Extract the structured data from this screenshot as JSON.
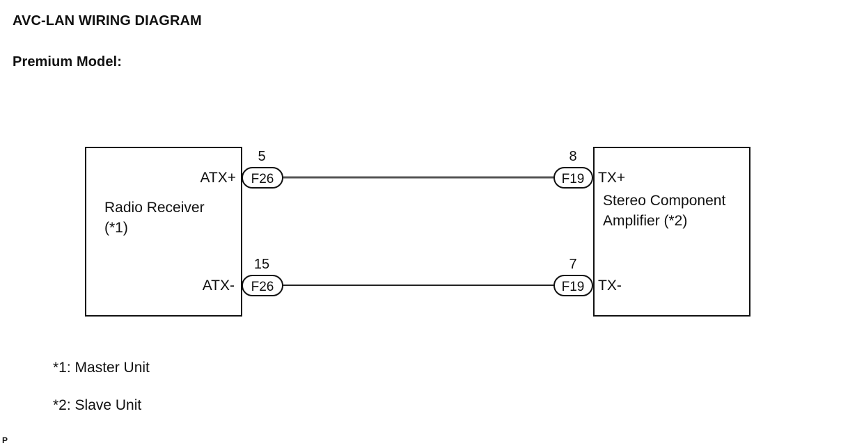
{
  "title": "AVC-LAN WIRING DIAGRAM",
  "subtitle": "Premium Model:",
  "components": {
    "left": {
      "label_line1": "Radio Receiver",
      "label_line2": "(*1)",
      "pins": {
        "top": {
          "signal": "ATX+",
          "connector": "F26",
          "pin_number": "5"
        },
        "bottom": {
          "signal": "ATX-",
          "connector": "F26",
          "pin_number": "15"
        }
      }
    },
    "right": {
      "label_line1": "Stereo Component",
      "label_line2": "Amplifier (*2)",
      "pins": {
        "top": {
          "signal": "TX+",
          "connector": "F19",
          "pin_number": "8"
        },
        "bottom": {
          "signal": "TX-",
          "connector": "F19",
          "pin_number": "7"
        }
      }
    }
  },
  "notes": [
    "*1: Master Unit",
    "*2: Slave Unit"
  ],
  "page_marker": "P",
  "colors": {
    "line": "#111111",
    "wire": "#333333",
    "background": "#ffffff"
  }
}
